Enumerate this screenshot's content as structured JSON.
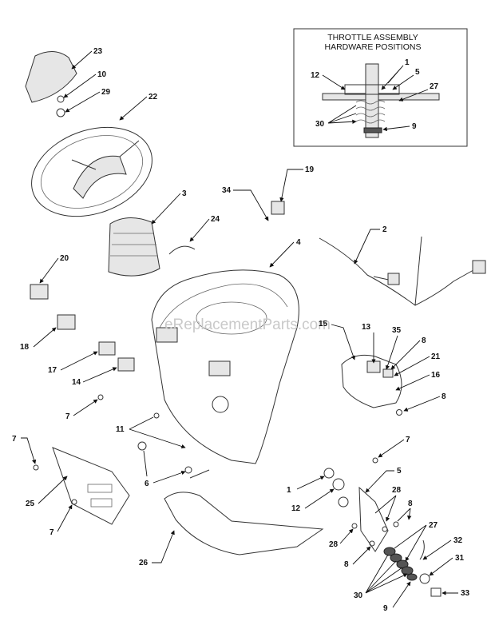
{
  "inset": {
    "title_line1": "THROTTLE ASSEMBLY",
    "title_line2": "HARDWARE POSITIONS",
    "labels": [
      "1",
      "5",
      "12",
      "27",
      "30",
      "9"
    ]
  },
  "watermark": "eReplacementParts.com",
  "callouts": [
    "23",
    "10",
    "29",
    "22",
    "3",
    "34",
    "19",
    "24",
    "2",
    "4",
    "20",
    "18",
    "15",
    "13",
    "35",
    "8",
    "21",
    "16",
    "17",
    "14",
    "7",
    "11",
    "6",
    "25",
    "26",
    "1",
    "12",
    "5",
    "28",
    "32",
    "31",
    "33",
    "9",
    "30"
  ],
  "colors": {
    "line": "#333333",
    "text": "#111111",
    "watermark": "#c9c9c9"
  }
}
